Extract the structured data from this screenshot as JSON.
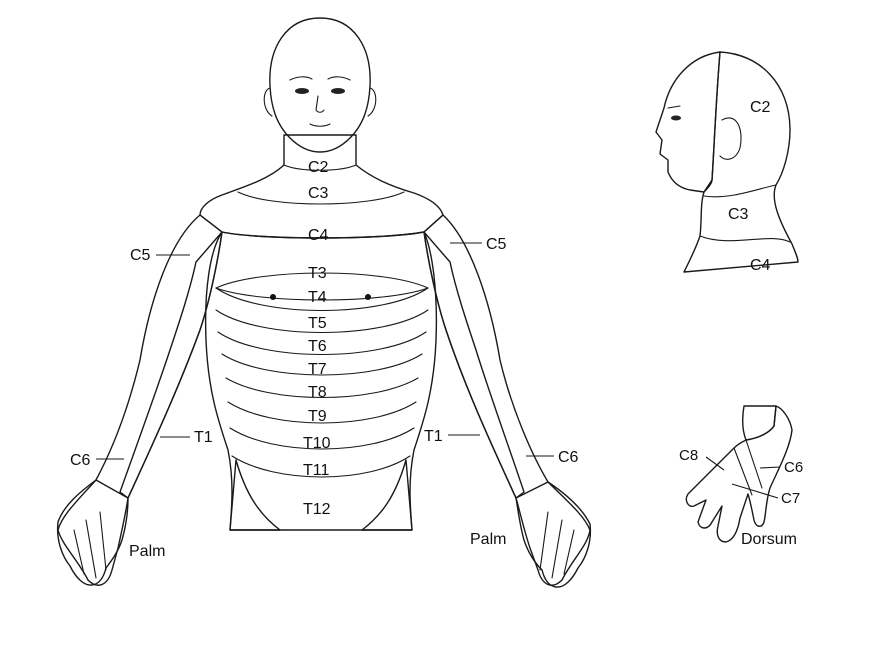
{
  "colors": {
    "cervical": "#e2ecd7",
    "thoracic": "#c6def3",
    "lumbar": "#f3d6e4",
    "outline": "#1a1a1a",
    "background": "#ffffff"
  },
  "front_view": {
    "neck": [
      "C2",
      "C3",
      "C4"
    ],
    "shoulders": {
      "left": "C5",
      "right": "C5"
    },
    "trunk": [
      "T3",
      "T4",
      "T5",
      "T6",
      "T7",
      "T8",
      "T9",
      "T10",
      "T11",
      "T12"
    ],
    "arms": {
      "left_inner": "T1",
      "left_outer": "C6",
      "right_inner": "T1",
      "right_outer": "C6"
    },
    "hands": {
      "left": "Palm",
      "right": "Palm"
    }
  },
  "side_view": {
    "labels": [
      "C2",
      "C3",
      "C4"
    ]
  },
  "hand_view": {
    "labels": {
      "c8": "C8",
      "c6": "C6",
      "c7": "C7"
    },
    "caption": "Dorsum"
  }
}
